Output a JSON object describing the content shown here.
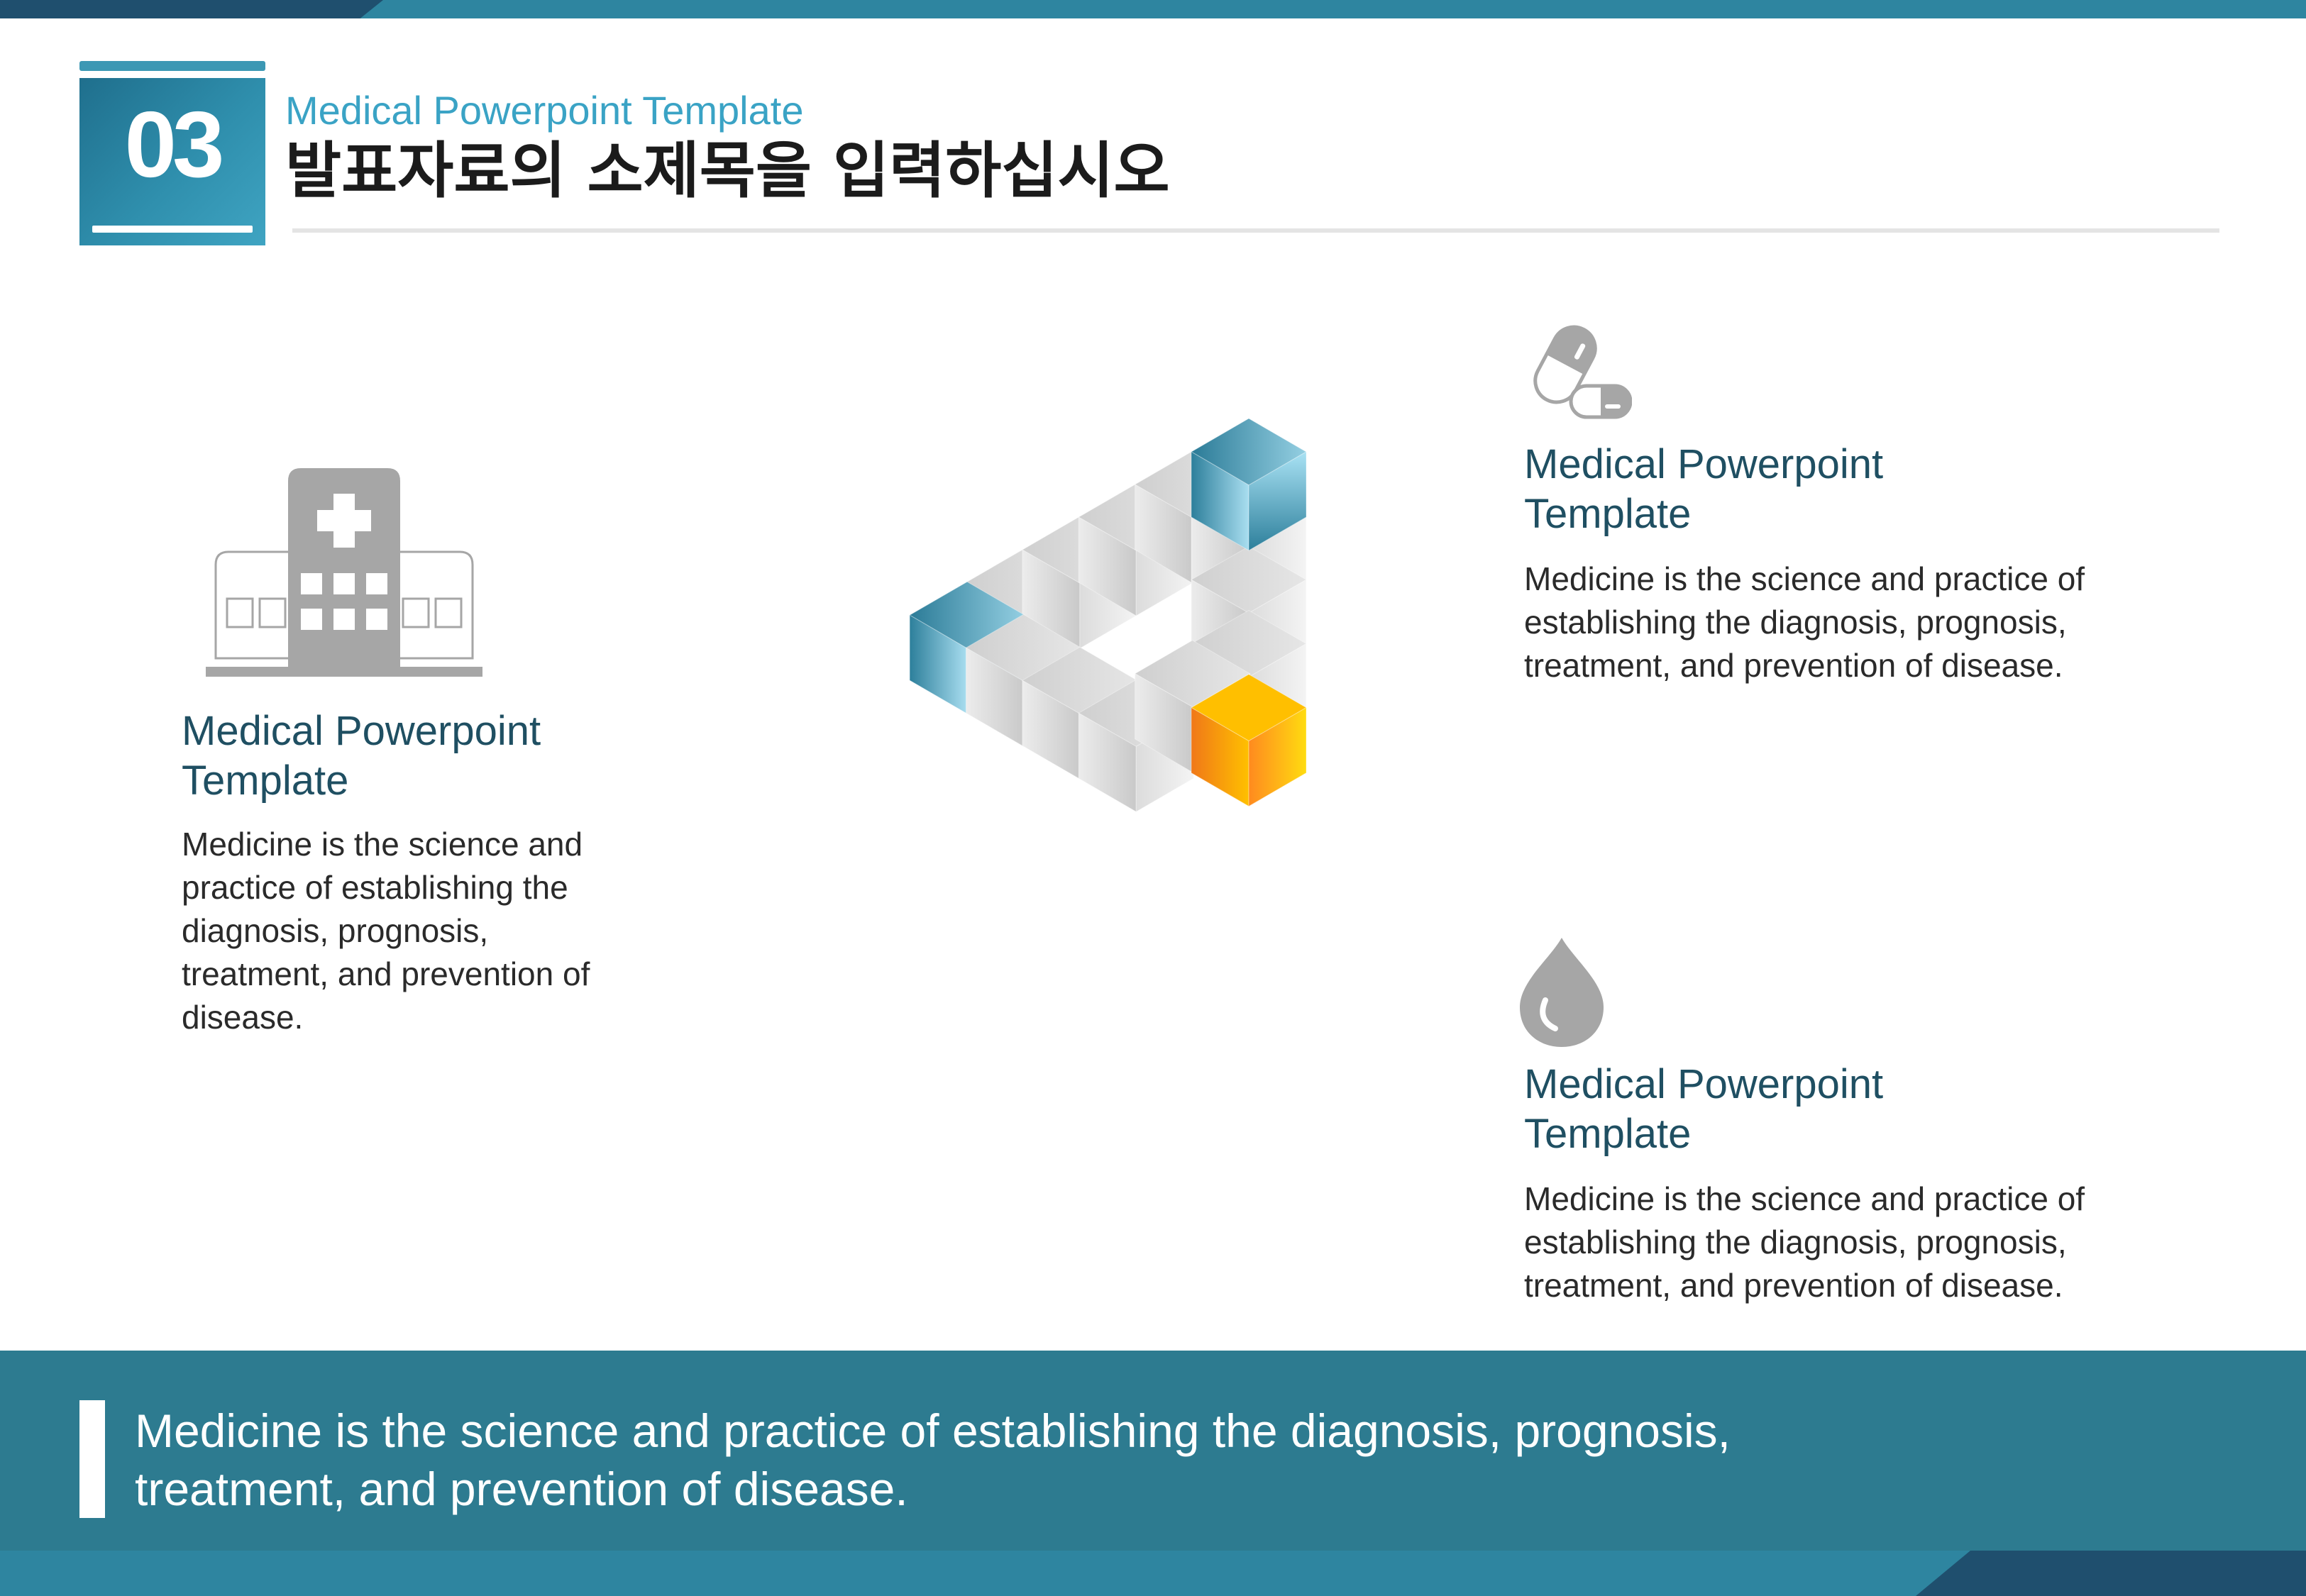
{
  "header": {
    "number": "03",
    "subtitle": "Medical Powerpoint Template",
    "title": "발표자료의 소제목을 입력하십시오"
  },
  "blocks": {
    "left": {
      "icon": "hospital-icon",
      "title_line1": "Medical Powerpoint",
      "title_line2": "Template",
      "body_lines": [
        "Medicine is the science and",
        "practice of establishing the",
        "diagnosis, prognosis,",
        "treatment, and prevention of",
        "disease."
      ]
    },
    "right_top": {
      "icon": "pill-capsule-icon",
      "title_line1": "Medical Powerpoint",
      "title_line2": "Template",
      "body_lines": [
        "Medicine is the science and practice of",
        "establishing the diagnosis, prognosis,",
        "treatment, and prevention of disease."
      ]
    },
    "right_bottom": {
      "icon": "blood-drop-icon",
      "title_line1": "Medical Powerpoint",
      "title_line2": "Template",
      "body_lines": [
        "Medicine is the science and practice of",
        "establishing the diagnosis, prognosis,",
        "treatment, and prevention of disease."
      ]
    }
  },
  "banner": {
    "line1": "Medicine is the science and practice of establishing the diagnosis, prognosis,",
    "line2": "treatment, and prevention of disease."
  },
  "colors": {
    "accent_blue": "#2e85a0",
    "dark_navy": "#1f4f6e",
    "banner_teal": "#2d7b90",
    "cube_highlight_orange": "#ffb000",
    "icon_gray": "#a6a6a6"
  },
  "diagram": {
    "type": "impossible-triangle-of-cubes",
    "corner_colors": [
      "blue",
      "blue",
      "orange"
    ]
  }
}
